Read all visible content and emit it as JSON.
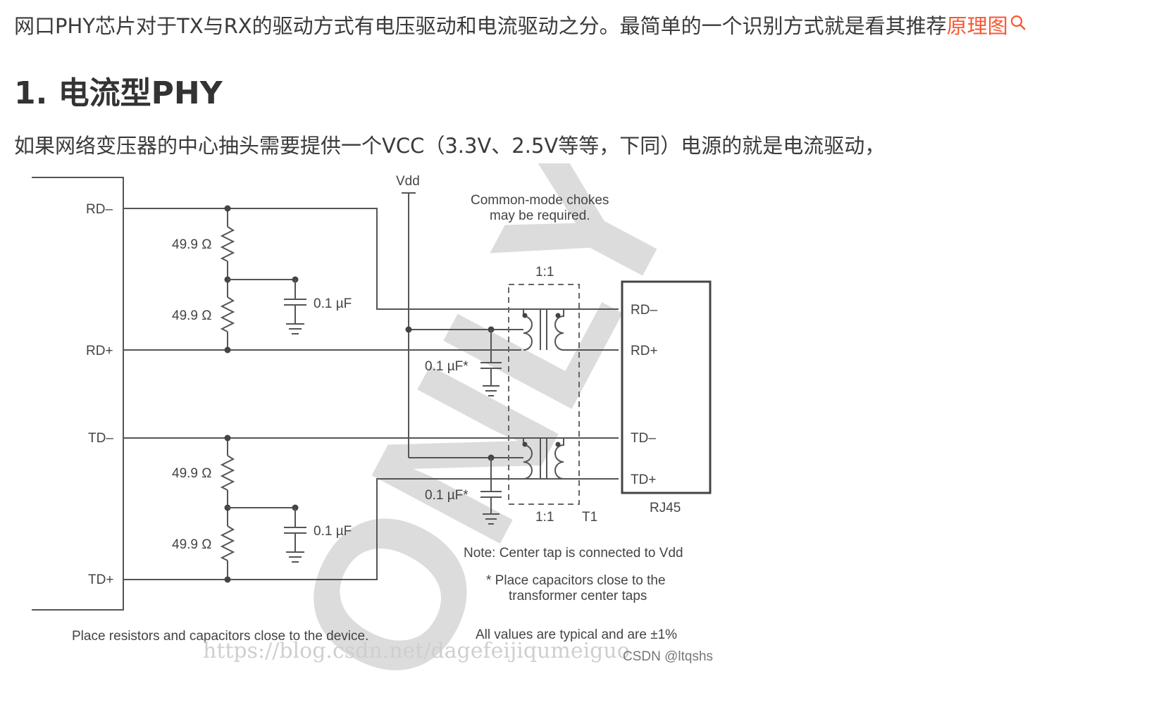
{
  "intro": {
    "text": "网口PHY芯片对于TX与RX的驱动方式有电压驱动和电流驱动之分。最简单的一个识别方式就是看其推荐",
    "link": "原理图"
  },
  "section": {
    "title": "1. 电流型PHY",
    "body": "如果网络变压器的中心抽头需要提供一个VCC（3.3V、2.5V等等，下同）电源的就是电流驱动，"
  },
  "figure": {
    "pins_left": [
      "RD–",
      "RD+",
      "TD–",
      "TD+"
    ],
    "vdd": "Vdd",
    "chokes": [
      "Common-mode chokes",
      "may be required."
    ],
    "ratio_top": "1:1",
    "ratio_bottom": "1:1",
    "transformer_label": "T1",
    "resistor_value": "49.9 Ω",
    "cap_value": "0.1 µF",
    "cap_star_value": "0.1 µF*",
    "rj45_pins": [
      "RD–",
      "RD+",
      "TD–",
      "TD+"
    ],
    "rj45_label": "RJ45",
    "note": "Note:  Center tap is connected to Vdd",
    "place_caps": [
      "* Place capacitors close to the",
      "transformer center taps"
    ],
    "place_resistors": "Place resistors and capacitors close to the device.",
    "all_values": "All values are typical and are ±1%",
    "watermark_url": "https://blog.csdn.net/dagefeijiqumeiguo",
    "credit": "CSDN @ltqshs",
    "watermark_word": "ONLY"
  }
}
